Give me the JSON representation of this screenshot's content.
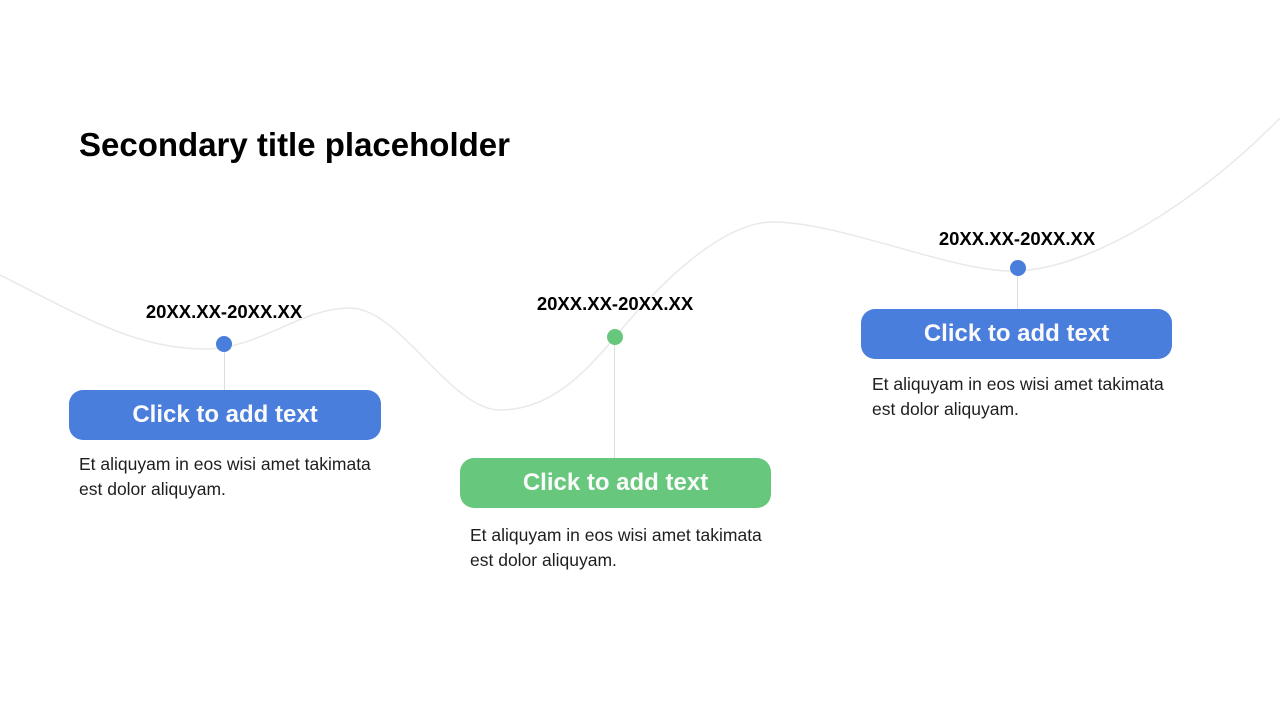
{
  "slide": {
    "title": "Secondary title placeholder",
    "colors": {
      "background": "#ffffff",
      "curve": "#e9e9e9",
      "connector": "#dedede",
      "blue": "#4a7edd",
      "green": "#67c87d",
      "button_text": "#fafafa",
      "body_text": "#1e1e1e",
      "heading_text": "#000000"
    },
    "items": [
      {
        "date": "20XX.XX-20XX.XX",
        "button_label": "Click to add text",
        "body": "Et aliquyam in eos wisi amet takimata est dolor aliquyam.",
        "accent": "#4a7edd",
        "accent_name": "blue"
      },
      {
        "date": "20XX.XX-20XX.XX",
        "button_label": "Click to add text",
        "body": "Et aliquyam in eos wisi amet takimata est dolor aliquyam.",
        "accent": "#67c87d",
        "accent_name": "green"
      },
      {
        "date": "20XX.XX-20XX.XX",
        "button_label": "Click to add text",
        "body": "Et aliquyam in eos wisi amet takimata est dolor aliquyam.",
        "accent": "#4a7edd",
        "accent_name": "blue"
      }
    ]
  }
}
